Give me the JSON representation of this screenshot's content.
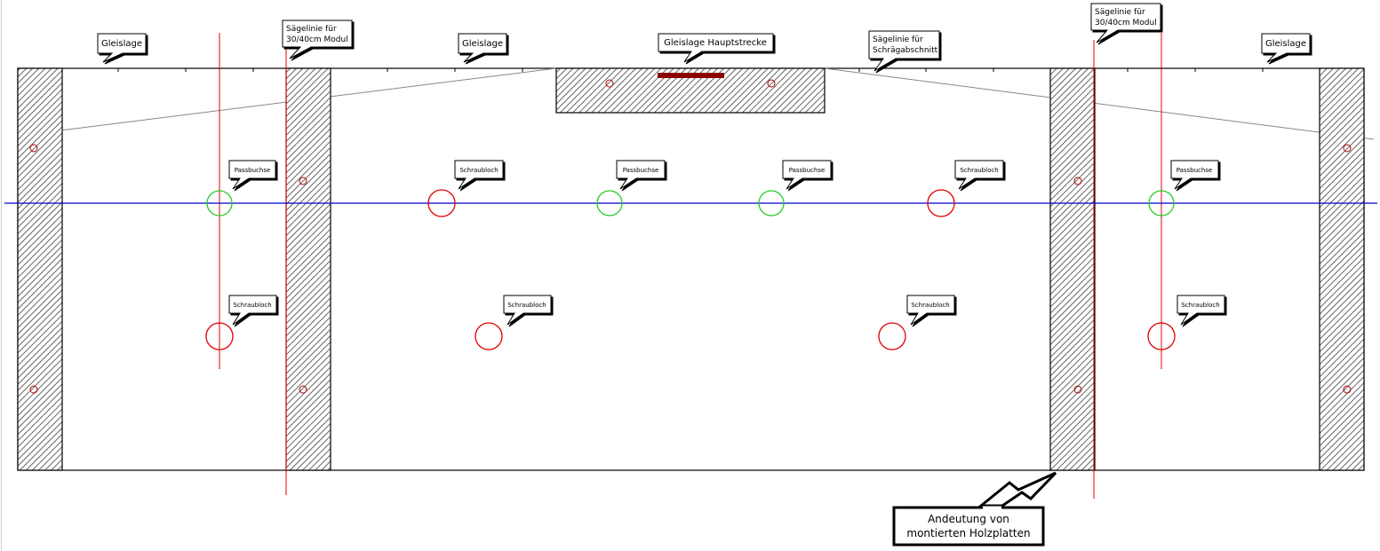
{
  "diagram": {
    "callouts": {
      "track_position_left": "Gleislage",
      "saw_line_left": [
        "Sägelinie für",
        "30/40cm Modul"
      ],
      "track_position_mid_left": "Gleislage",
      "track_position_main_line": "Gleislage Hauptstrecke",
      "saw_line_diagonal": [
        "Sägelinie für",
        "Schrägabschnitt"
      ],
      "saw_line_right": [
        "Sägelinie für",
        "30/40cm Modul"
      ],
      "track_position_right": "Gleislage",
      "alignment_bushing_1": "Passbuchse",
      "screw_hole_1": "Schraubloch",
      "alignment_bushing_2": "Passbuchse",
      "alignment_bushing_3": "Passbuchse",
      "screw_hole_2": "Schraubloch",
      "alignment_bushing_4": "Passbuchse",
      "screw_hole_lower_1": "Schraubloch",
      "screw_hole_lower_2": "Schraubloch",
      "screw_hole_lower_3": "Schraubloch",
      "screw_hole_lower_4": "Schraubloch",
      "wood_plates_note": [
        "Andeutung von",
        "montierten Holzplatten"
      ]
    },
    "colors": {
      "outline": "#000000",
      "saw_line": "#e00000",
      "center_line": "#0000cc",
      "alignment_bushing": "#22cc22",
      "screw_hole": "#e00000",
      "small_hole": "#b00000",
      "track_bar": "#8b0000",
      "diagonal_line": "#888888",
      "hatch": "#666666"
    }
  }
}
